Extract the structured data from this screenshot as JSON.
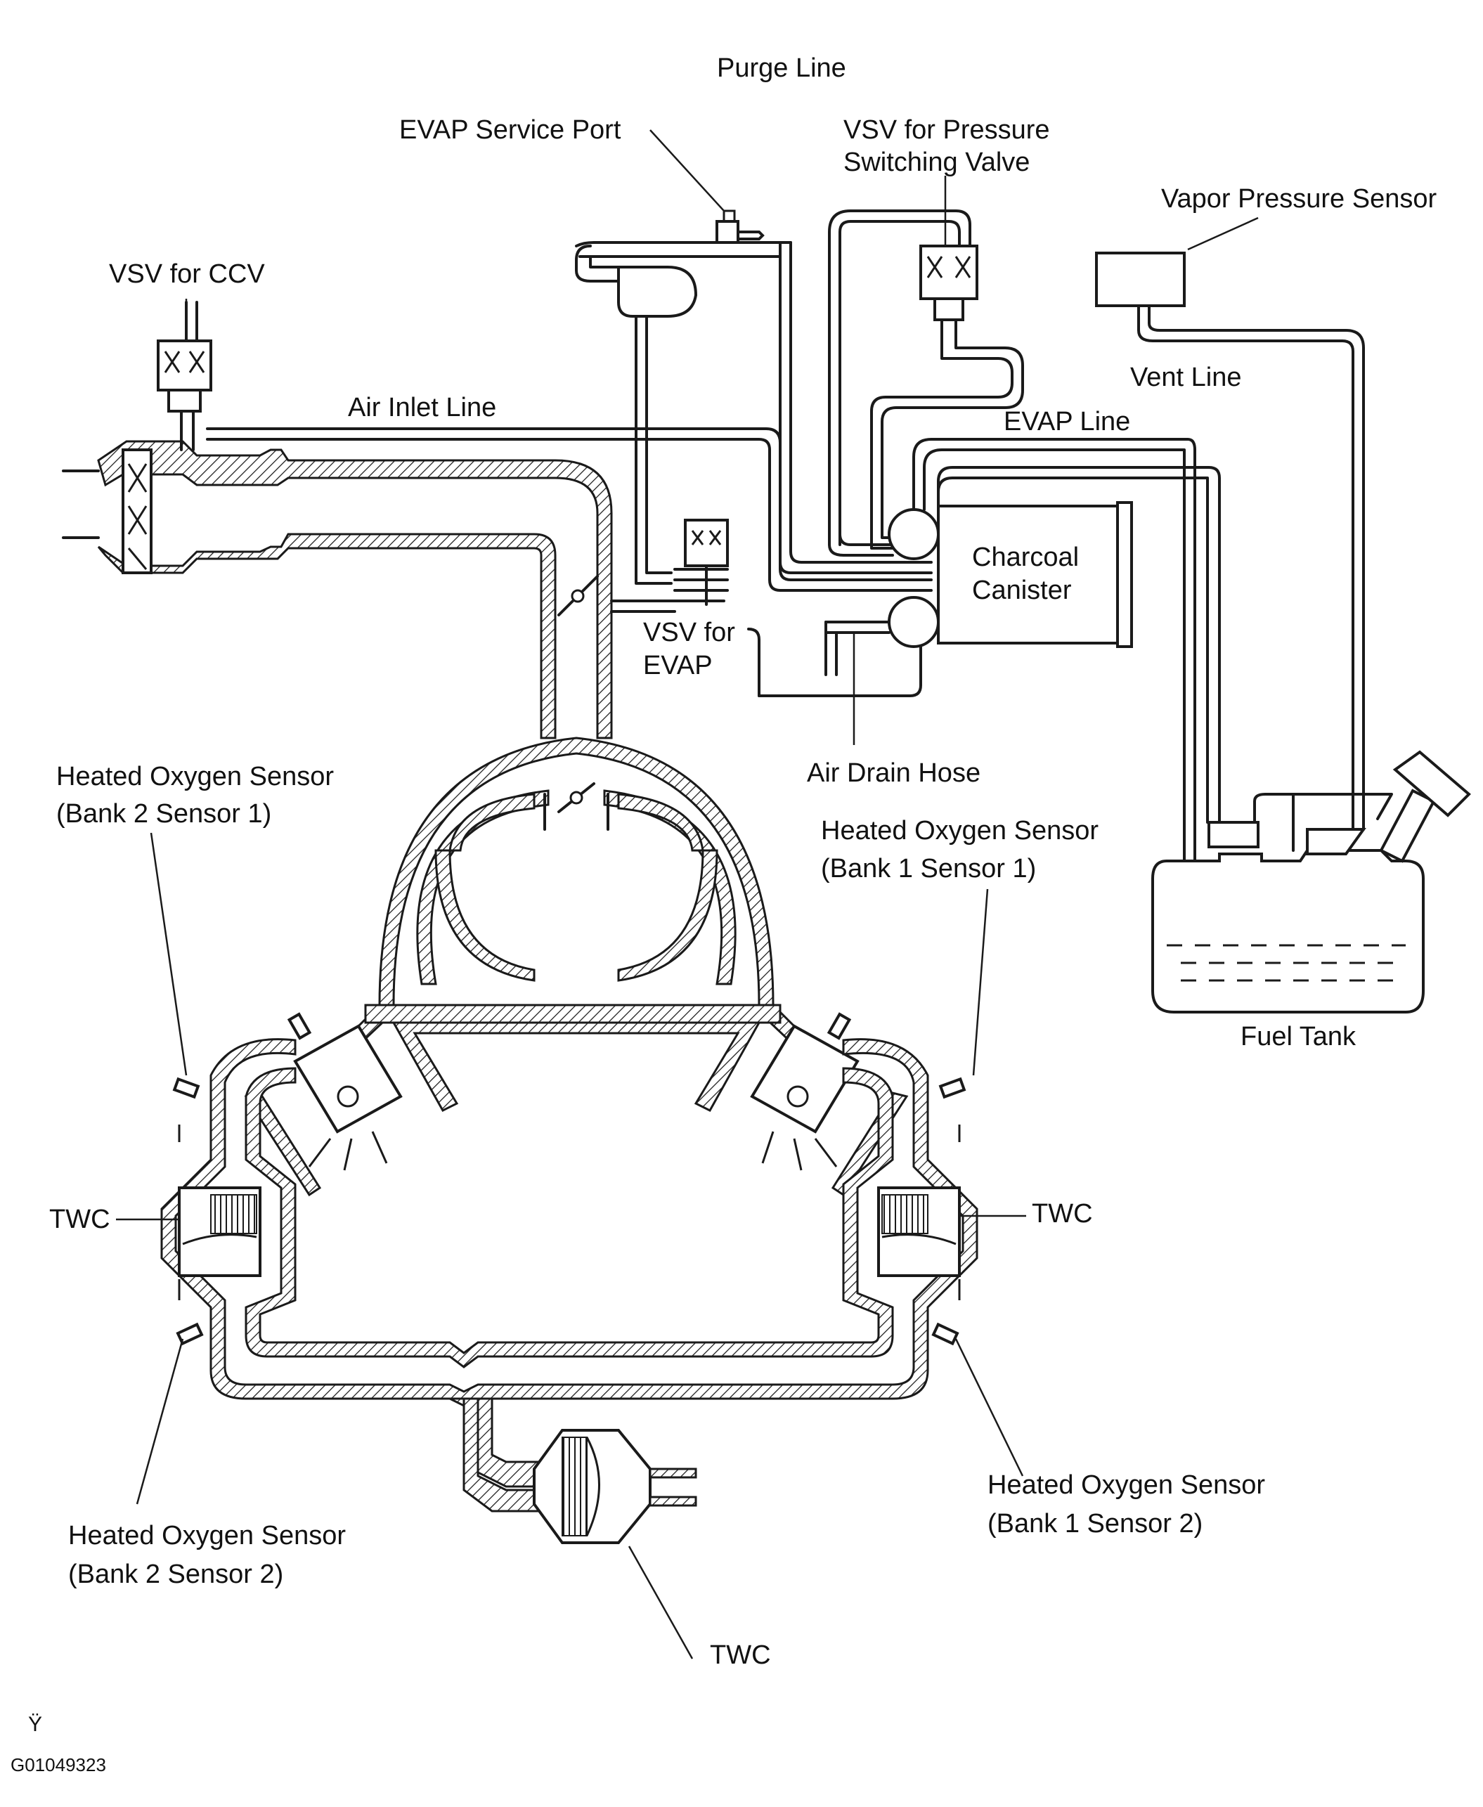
{
  "labels": {
    "purge_line": "Purge Line",
    "evap_service_port": "EVAP Service Port",
    "vsv_pressure_switching_1": "VSV for Pressure",
    "vsv_pressure_switching_2": "Switching Valve",
    "vapor_pressure_sensor": "Vapor Pressure Sensor",
    "vsv_ccv": "VSV for CCV",
    "air_inlet_line": "Air Inlet Line",
    "vent_line": "Vent Line",
    "evap_line": "EVAP Line",
    "charcoal_canister_1": "Charcoal",
    "charcoal_canister_2": "Canister",
    "vsv_evap_1": "VSV for",
    "vsv_evap_2": "EVAP",
    "air_drain_hose": "Air Drain Hose",
    "ho2s_b2s1_1": "Heated Oxygen Sensor",
    "ho2s_b2s1_2": "(Bank 2 Sensor 1)",
    "ho2s_b1s1_1": "Heated Oxygen Sensor",
    "ho2s_b1s1_2": "(Bank 1 Sensor 1)",
    "fuel_tank": "Fuel Tank",
    "twc_left": "TWC",
    "twc_right": "TWC",
    "twc_bottom": "TWC",
    "ho2s_b1s2_1": "Heated Oxygen Sensor",
    "ho2s_b1s2_2": "(Bank 1 Sensor 2)",
    "ho2s_b2s2_1": "Heated Oxygen Sensor",
    "ho2s_b2s2_2": "(Bank 2 Sensor 2)",
    "figure_code": "G01049323"
  }
}
